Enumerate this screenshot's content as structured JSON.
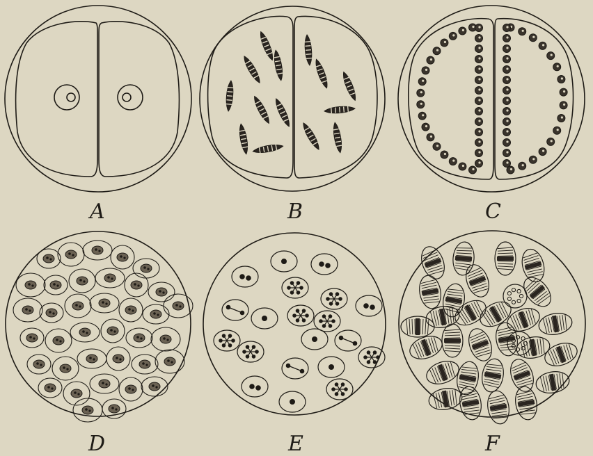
{
  "labels": {
    "a": "A",
    "b": "B",
    "c": "C",
    "d": "D",
    "e": "E",
    "f": "F"
  },
  "colors": {
    "paper": "#ddd7c2",
    "ink": "#1e1b16"
  }
}
